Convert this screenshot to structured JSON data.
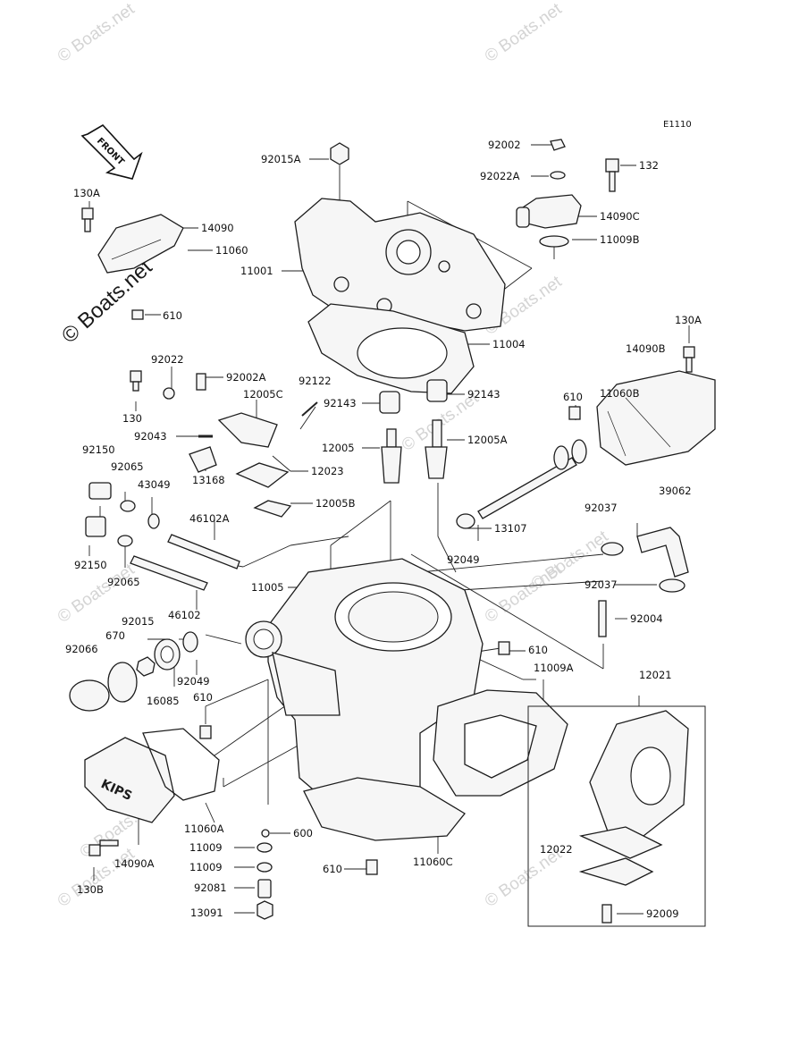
{
  "diagram": {
    "code": "E1110",
    "front_label": "FRONT",
    "watermarks": [
      "© Boats.net",
      "© Boats.net",
      "© Boats.net",
      "© Boats.net",
      "© Boats.net",
      "© Boats.net",
      "© Boats.net",
      "© Boats.net",
      "© Boats.net",
      "© Boats.net"
    ],
    "watermark_main": "© Boats.net",
    "kips_text": "KIPS"
  },
  "callouts": [
    "92015A",
    "92002",
    "92022A",
    "132",
    "14090C",
    "11009B",
    "130A",
    "14090",
    "11060",
    "11001",
    "610",
    "11004",
    "130A",
    "14090B",
    "92022",
    "92002A",
    "130",
    "92122",
    "12005C",
    "92143",
    "92143",
    "11060B",
    "610",
    "92043",
    "12005",
    "12005A",
    "12023",
    "13168",
    "92150",
    "92065",
    "43049",
    "12005B",
    "46102A",
    "92150",
    "92065",
    "13107",
    "92037",
    "39062",
    "92049",
    "11005",
    "92037",
    "46102",
    "92004",
    "92015",
    "670",
    "92066",
    "92049",
    "610",
    "16085",
    "11009A",
    "12021",
    "610",
    "11060A",
    "600",
    "14090A",
    "11009",
    "11009",
    "610",
    "11060C",
    "12022",
    "92081",
    "13091",
    "130B",
    "92009"
  ]
}
